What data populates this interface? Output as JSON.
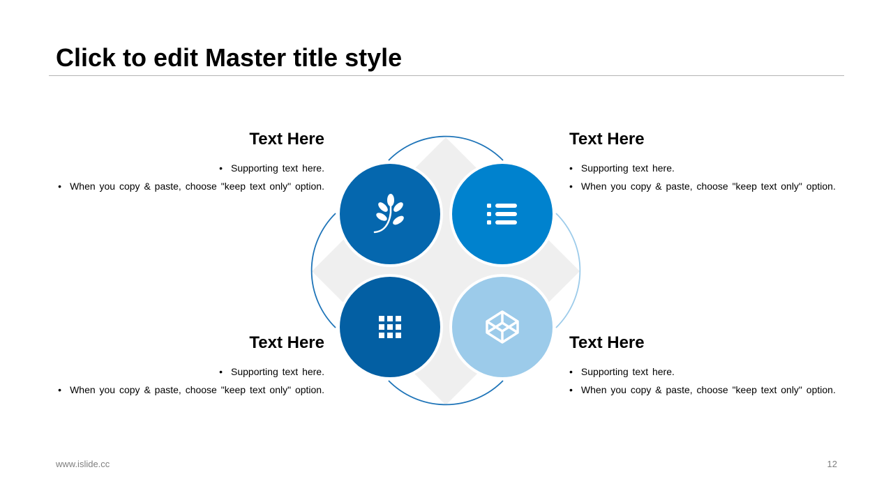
{
  "slide": {
    "title": "Click to edit Master title style",
    "footer_url": "www.islide.cc",
    "page_number": "12"
  },
  "colors": {
    "dark_blue": "#0567ae",
    "mid_blue": "#0082ce",
    "navy_blue": "#035fa3",
    "light_blue": "#9ccbea",
    "diamond_gray": "#efefef",
    "arc_blue": "#1e74b8",
    "arc_light": "#9ccbea"
  },
  "blocks": [
    {
      "id": "top-left",
      "heading": "Text Here",
      "bullets": [
        "Supporting text here.",
        "When you copy & paste, choose \"keep text only\" option."
      ],
      "icon": "leaf-branch-icon"
    },
    {
      "id": "top-right",
      "heading": "Text Here",
      "bullets": [
        "Supporting text here.",
        "When you copy & paste, choose \"keep text only\" option."
      ],
      "icon": "list-icon"
    },
    {
      "id": "bottom-left",
      "heading": "Text Here",
      "bullets": [
        "Supporting text here.",
        "When you copy & paste, choose \"keep text only\" option."
      ],
      "icon": "grid-icon"
    },
    {
      "id": "bottom-right",
      "heading": "Text Here",
      "bullets": [
        "Supporting text here.",
        "When you copy & paste, choose \"keep text only\" option."
      ],
      "icon": "codepen-cube-icon"
    }
  ]
}
